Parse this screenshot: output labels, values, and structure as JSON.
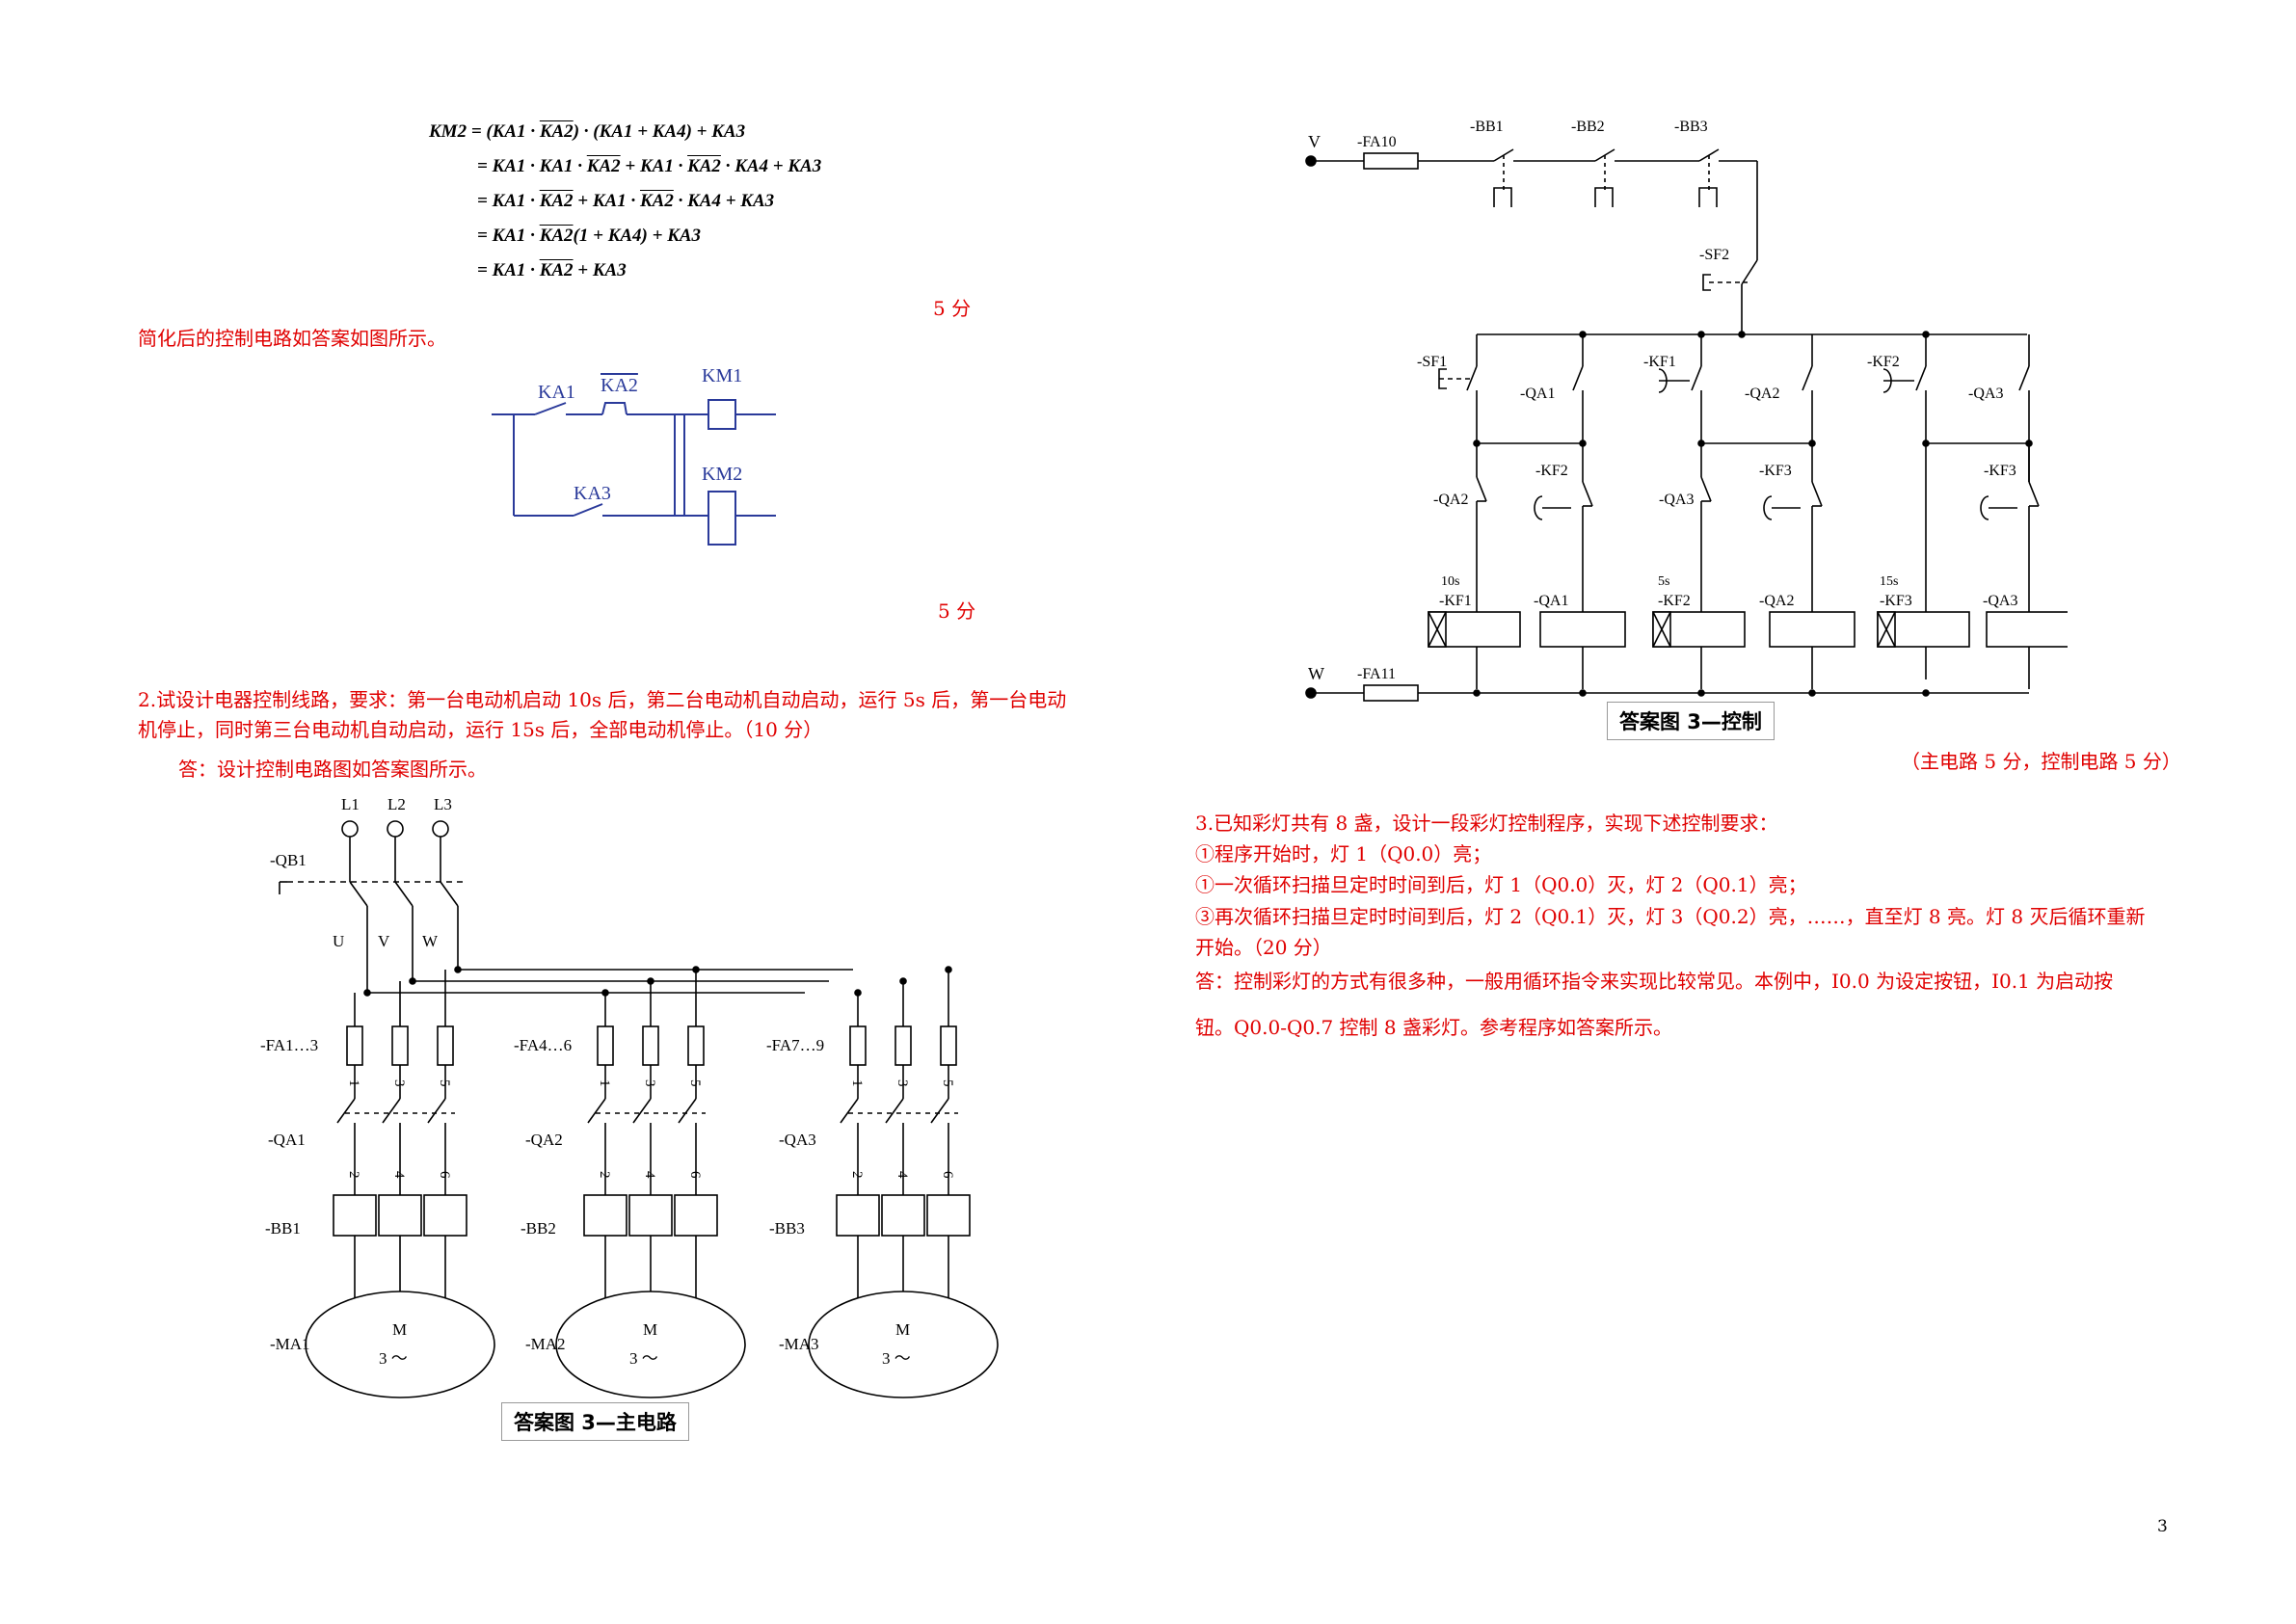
{
  "equation": {
    "line1_left": "KM2",
    "line1_mid": " = (KA1 · ",
    "line1_bar": "KA2",
    "line1_right": ") · (KA1 + KA4) + KA3",
    "line2_a": "= KA1 · KA1 · ",
    "line2_bar": "KA2",
    "line2_b": " + KA1 · ",
    "line2_bar2": "KA2",
    "line2_c": " · KA4 + KA3",
    "line3_a": "= KA1 · ",
    "line3_bar": "KA2",
    "line3_b": " + KA1 · ",
    "line3_bar2": "KA2",
    "line3_c": " · KA4 + KA3",
    "line4_a": "= KA1 · ",
    "line4_bar": "KA2",
    "line4_b": "(1 + KA4) + KA3",
    "line5_a": "= KA1 · ",
    "line5_bar": "KA2",
    "line5_b": " + KA3"
  },
  "score_5a": "5 分",
  "simplified_text": "简化后的控制电路如答案如图所示。",
  "fig1": {
    "ka1": "KA1",
    "ka2": "KA2",
    "ka3": "KA3",
    "km1": "KM1",
    "km2": "KM2"
  },
  "score_5b": "5 分",
  "q2_line1": "2.试设计电器控制线路，要求：第一台电动机启动 10s 后，第二台电动机自动启动，运行 5s 后，第一台电动",
  "q2_line2": "机停止，同时第三台电动机自动启动，运行 15s 后，全部电动机停止。（10 分）",
  "q2_answer": "答：设计控制电路图如答案图所示。",
  "main_circuit": {
    "caption": "答案图 3—主电路",
    "phases": [
      "L1",
      "L2",
      "L3"
    ],
    "qb1": "-QB1",
    "uvw": [
      "U",
      "V",
      "W"
    ],
    "fuses": [
      "-FA1…3",
      "-FA4…6",
      "-FA7…9"
    ],
    "contactors": [
      "-QA1",
      "-QA2",
      "-QA3"
    ],
    "relays": [
      "-BB1",
      "-BB2",
      "-BB3"
    ],
    "motors": [
      "-MA1",
      "-MA2",
      "-MA3"
    ],
    "motor_m": "M",
    "motor_3": "3 ～",
    "terminals_top": [
      "1",
      "3",
      "5"
    ],
    "terminals_bottom": [
      "2",
      "4",
      "6"
    ]
  },
  "control_circuit": {
    "caption": "答案图 3—控制",
    "v": "V",
    "w": "W",
    "fa10": "-FA10",
    "fa11": "-FA11",
    "bb": [
      "-BB1",
      "-BB2",
      "-BB3"
    ],
    "sf2": "-SF2",
    "sf1": "-SF1",
    "row1": [
      "-QA1",
      "-KF1",
      "-QA2",
      "-KF2",
      "-QA3"
    ],
    "row2_left": [
      "-QA2",
      "-QA3"
    ],
    "row2_right": [
      "-KF2",
      "-KF3",
      "-KF3"
    ],
    "times": [
      "10s",
      "5s",
      "15s"
    ],
    "timers": [
      "-KF1",
      "-KF2",
      "-KF3"
    ],
    "coils": [
      "-QA1",
      "-QA2",
      "-QA3"
    ]
  },
  "score_circuit": "（主电路 5 分，控制电路 5 分）",
  "q3": {
    "title": "3.已知彩灯共有 8 盏，设计一段彩灯控制程序，实现下述控制要求：",
    "item1": "①程序开始时，灯 1（Q0.0）亮；",
    "item2": "①一次循环扫描旦定时时间到后，灯 1（Q0.0）灭，灯 2（Q0.1）亮；",
    "item3a": "③再次循环扫描旦定时时间到后，灯 2（Q0.1）灭，灯 3（Q0.2）亮，……，直至灯 8 亮。灯 8 灭后循环重新",
    "item3b": "开始。（20 分）",
    "ans1": "答：控制彩灯的方式有很多种，一般用循环指令来实现比较常见。本例中，I0.0 为设定按钮，I0.1 为启动按",
    "ans2": "钮。Q0.0-Q0.7 控制 8 盏彩灯。参考程序如答案所示。"
  },
  "page_number": "3"
}
